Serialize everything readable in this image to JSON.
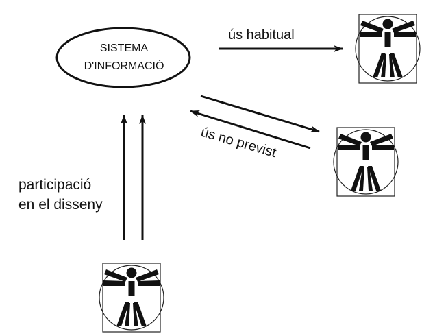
{
  "system": {
    "line1": "SISTEMA",
    "line2": "D'INFORMACIÓ"
  },
  "labels": {
    "habitual": "ús habitual",
    "no_previst": "ús no previst",
    "participacio_line1": "participació",
    "participacio_line2": "en el disseny"
  },
  "colors": {
    "ink": "#111111",
    "background": "#ffffff"
  }
}
